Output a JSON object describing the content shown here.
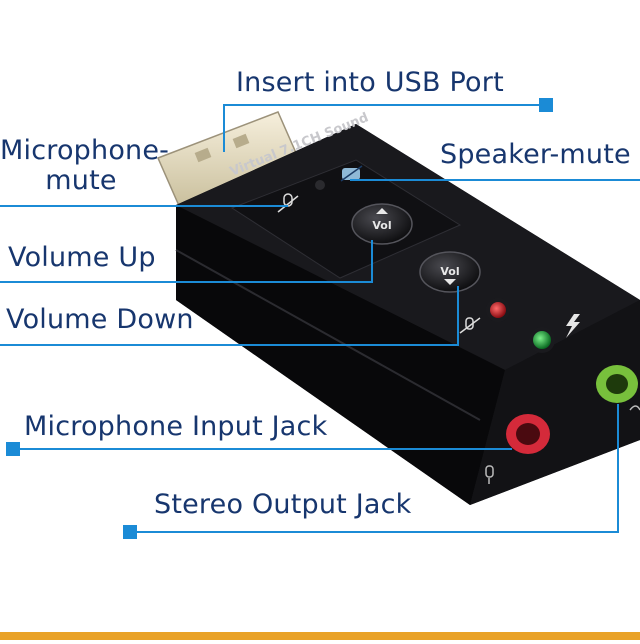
{
  "labels": {
    "usb_port": "Insert into USB Port",
    "mic_mute_line1": "Microphone-",
    "mic_mute_line2": "mute",
    "speaker_mute": "Speaker-mute",
    "volume_up": "Volume Up",
    "volume_down": "Volume Down",
    "mic_input_jack": "Microphone Input Jack",
    "stereo_output_jack": "Stereo Output Jack"
  },
  "device": {
    "model_text": "Virtual 7.1CH Sound",
    "vol_button_text": "Vol"
  },
  "colors": {
    "label_text": "#17366e",
    "callout_line": "#1b8bd6",
    "marker": "#1b8bd6",
    "device_body": "#0d0d0f",
    "mic_jack": "#e23040",
    "stereo_jack": "#7cc440",
    "red_led": "#c41a22",
    "green_led": "#18a23a",
    "bottom_bar": "#e9a227"
  }
}
